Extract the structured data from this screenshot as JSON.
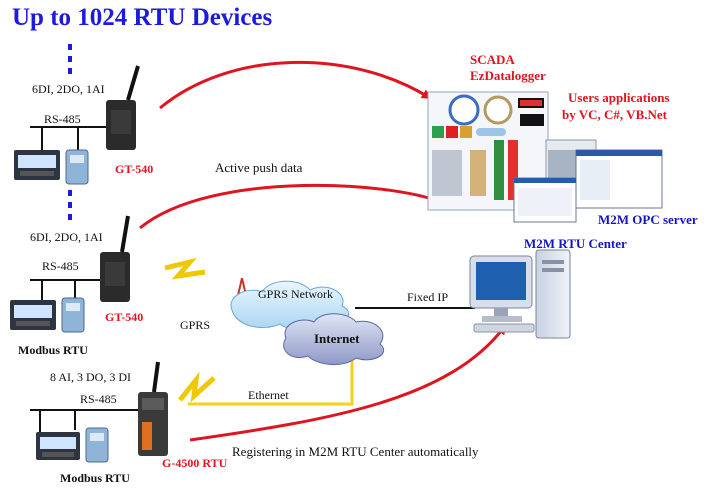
{
  "title": "Up to 1024 RTU Devices",
  "group1": {
    "io": "6DI, 2DO, 1AI",
    "bus": "RS-485",
    "device": "GT-540"
  },
  "group2": {
    "io": "6DI, 2DO, 1AI",
    "bus": "RS-485",
    "device": "GT-540",
    "protocol": "Modbus RTU"
  },
  "group3": {
    "io": "8 AI, 3 DO, 3 DI",
    "bus": "RS-485",
    "device": "G-4500 RTU",
    "protocol": "Modbus RTU"
  },
  "labels": {
    "active_push": "Active push data",
    "scada": "SCADA",
    "ezdatalogger": "EzDatalogger",
    "users_apps_line1": "Users applications",
    "users_apps_line2": "by VC, C#, VB.Net",
    "m2m_opc": "M2M OPC server",
    "m2m_rtu_center": "M2M RTU Center",
    "gprs_network": "GPRS Network",
    "gprs": "GPRS",
    "internet": "Internet",
    "fixed_ip": "Fixed IP",
    "ethernet": "Ethernet",
    "registering": "Registering in M2M RTU Center automatically"
  },
  "colors": {
    "title": "#1a1ae0",
    "red_text": "#e0141e",
    "blue_text": "#1414c8",
    "arrow": "#e0141e",
    "ethernet_line": "#f2d21a"
  }
}
